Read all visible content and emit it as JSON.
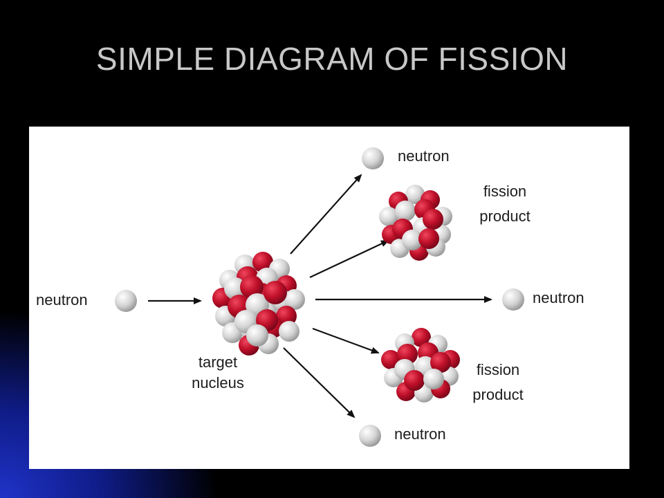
{
  "slide": {
    "title": "SIMPLE DIAGRAM OF FISSION",
    "background_color": "#000000",
    "accent_color": "#1a2fc4"
  },
  "diagram": {
    "colors": {
      "neutron": "#d8d8d8",
      "proton": "#c0102a"
    },
    "labels": {
      "incoming_neutron": "neutron",
      "target_nucleus_line1": "target",
      "target_nucleus_line2": "nucleus",
      "neutron_top": "neutron",
      "neutron_middle": "neutron",
      "neutron_bottom": "neutron",
      "fission_product_top_line1": "fission",
      "fission_product_top_line2": "product",
      "fission_product_bottom_line1": "fission",
      "fission_product_bottom_line2": "product"
    }
  }
}
